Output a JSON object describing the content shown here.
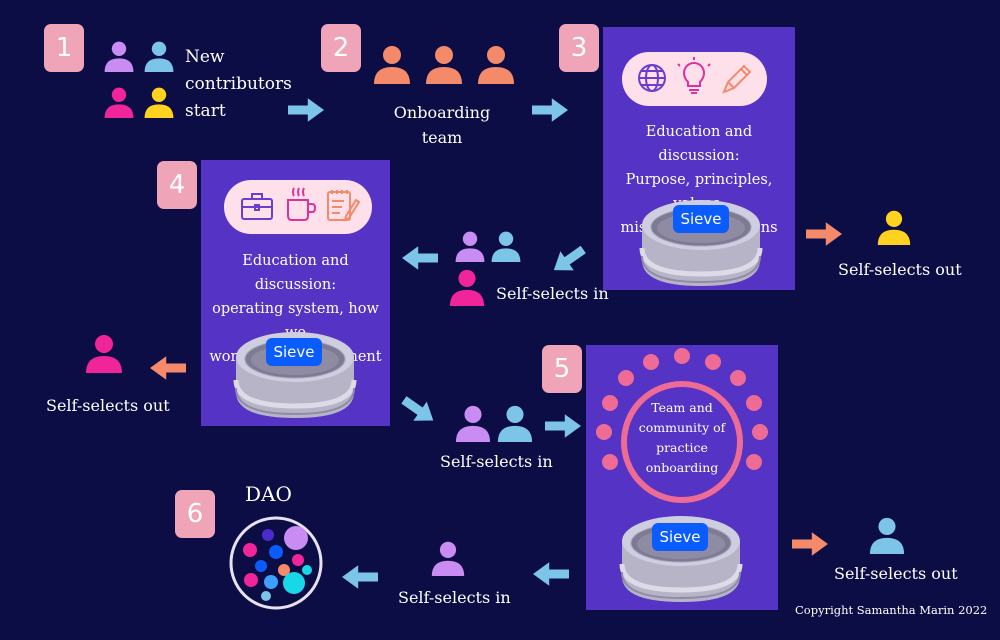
{
  "steps": [
    "1",
    "2",
    "3",
    "4",
    "5",
    "6"
  ],
  "step1": {
    "label_lines": [
      "New",
      "contributors",
      "start"
    ]
  },
  "step2": {
    "label_lines": [
      "Onboarding",
      "team"
    ]
  },
  "step3": {
    "label_lines": [
      "Education and discussion:",
      "Purpose, principles, values,",
      "mission, assumptions"
    ],
    "sieve": "Sieve"
  },
  "step4": {
    "label_lines": [
      "Education and discussion:",
      "operating system, how we",
      "work, self-management"
    ],
    "sieve": "Sieve"
  },
  "step5": {
    "label_lines": [
      "Team and",
      "community of",
      "practice",
      "onboarding"
    ],
    "sieve": "Sieve"
  },
  "step6": {
    "title": "DAO"
  },
  "captions": {
    "out_step3": "Self-selects out",
    "in_step3": "Self-selects in",
    "out_step4": "Self-selects out",
    "in_step4": "Self-selects in",
    "out_step5": "Self-selects out",
    "in_step5": "Self-selects in"
  },
  "copyright": "Copyright Samantha Marin 2022",
  "colors": {
    "background": "#0d0d45",
    "panel": "#5533c4",
    "badge": "#f0a4b8",
    "arrow_blue": "#7cc4e8",
    "arrow_orange": "#f48a6a",
    "sieve_label": "#0b5cff",
    "person_purple": "#c98cf2",
    "person_cyan": "#7cc4e8",
    "person_magenta": "#f0259a",
    "person_yellow": "#ffd21f",
    "person_orange": "#f48a6a",
    "person_pink": "#ee6b96"
  }
}
